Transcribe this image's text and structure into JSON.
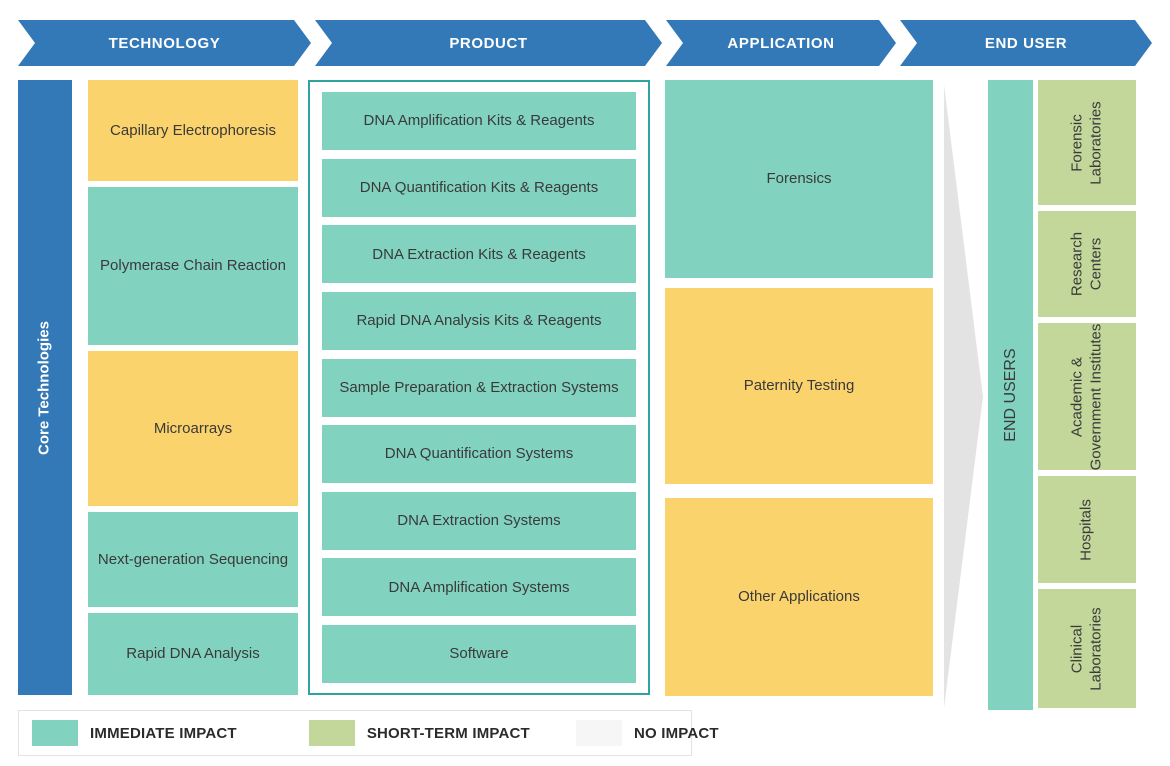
{
  "banner": {
    "segments": [
      {
        "label": "TECHNOLOGY"
      },
      {
        "label": "PRODUCT"
      },
      {
        "label": "APPLICATION"
      },
      {
        "label": "END USER"
      }
    ]
  },
  "core_bar": {
    "label": "Core Technologies"
  },
  "technology": {
    "items": [
      {
        "label": "Capillary Electrophoresis",
        "impact": "SHORT-TERM IMPACT"
      },
      {
        "label": "Polymerase Chain Reaction",
        "impact": "IMMEDIATE IMPACT"
      },
      {
        "label": "Microarrays",
        "impact": "SHORT-TERM IMPACT"
      },
      {
        "label": "Next-generation Sequencing",
        "impact": "IMMEDIATE IMPACT"
      },
      {
        "label": "Rapid DNA Analysis",
        "impact": "IMMEDIATE IMPACT"
      }
    ]
  },
  "product": {
    "items": [
      {
        "label": "DNA Amplification Kits & Reagents",
        "impact": "IMMEDIATE IMPACT"
      },
      {
        "label": "DNA Quantification Kits & Reagents",
        "impact": "IMMEDIATE IMPACT"
      },
      {
        "label": "DNA Extraction Kits & Reagents",
        "impact": "IMMEDIATE IMPACT"
      },
      {
        "label": "Rapid DNA Analysis Kits & Reagents",
        "impact": "IMMEDIATE IMPACT"
      },
      {
        "label": "Sample Preparation & Extraction Systems",
        "impact": "IMMEDIATE IMPACT"
      },
      {
        "label": "DNA Quantification Systems",
        "impact": "IMMEDIATE IMPACT"
      },
      {
        "label": "DNA Extraction Systems",
        "impact": "IMMEDIATE IMPACT"
      },
      {
        "label": "DNA Amplification Systems",
        "impact": "IMMEDIATE IMPACT"
      },
      {
        "label": "Software",
        "impact": "IMMEDIATE IMPACT"
      }
    ]
  },
  "application": {
    "items": [
      {
        "label": "Forensics",
        "impact": "IMMEDIATE IMPACT"
      },
      {
        "label": "Paternity Testing",
        "impact": "SHORT-TERM IMPACT"
      },
      {
        "label": "Other Applications",
        "impact": "SHORT-TERM IMPACT"
      }
    ]
  },
  "end_users_bar": {
    "label": "END USERS"
  },
  "end_users": {
    "items": [
      {
        "label": "Forensic Laboratories",
        "impact": "SHORT-TERM IMPACT"
      },
      {
        "label": "Research Centers",
        "impact": "SHORT-TERM IMPACT"
      },
      {
        "label": "Academic & Government Institutes",
        "impact": "SHORT-TERM IMPACT"
      },
      {
        "label": "Hospitals",
        "impact": "SHORT-TERM IMPACT"
      },
      {
        "label": "Clinical Laboratories",
        "impact": "SHORT-TERM IMPACT"
      }
    ]
  },
  "legend": {
    "items": [
      {
        "label": "IMMEDIATE IMPACT",
        "color": "#81d3bf"
      },
      {
        "label": "SHORT-TERM IMPACT",
        "color": "#c3d79b"
      },
      {
        "label": "NO IMPACT",
        "color": "#f6f6f6"
      }
    ]
  },
  "colors": {
    "banner_blue": "#3479b7",
    "immediate_teal": "#81d3bf",
    "short_term_green": "#c3d79b",
    "highlight_yellow": "#fad36c",
    "product_outline": "#2fa3a0",
    "flow_arrow_gray": "#e3e3e3"
  }
}
